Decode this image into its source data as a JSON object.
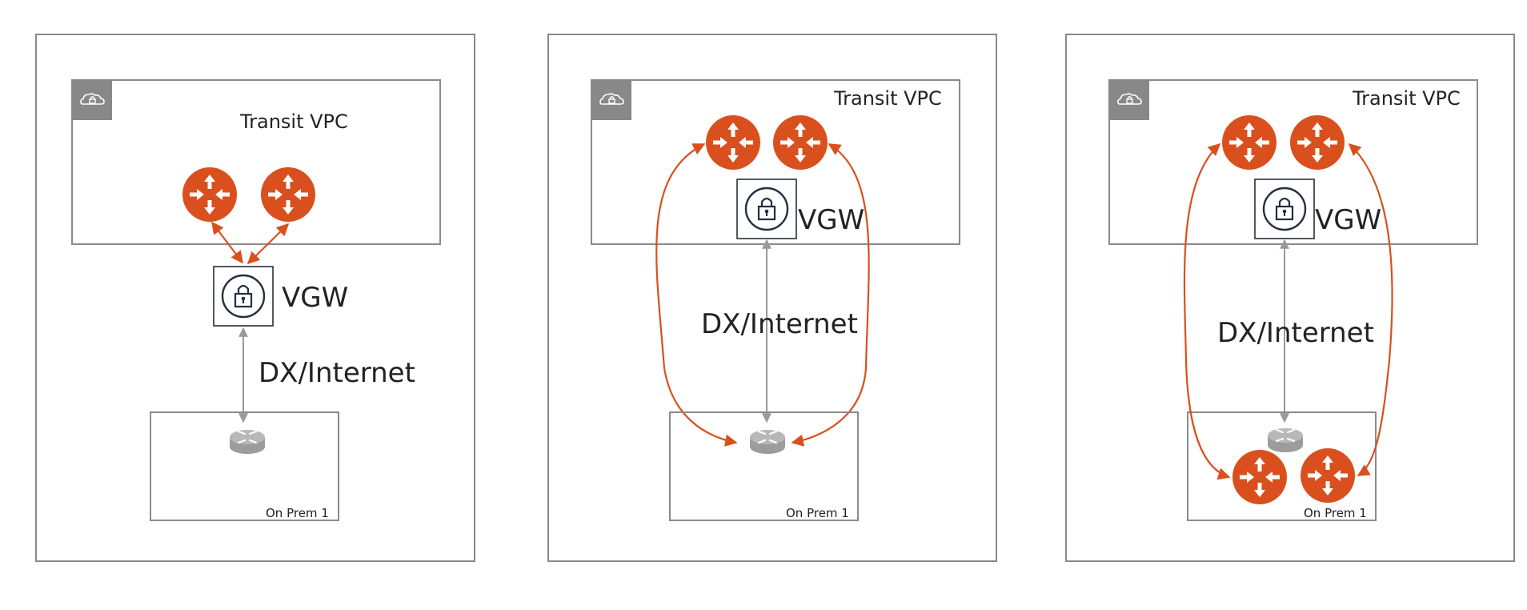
{
  "diagrams": [
    {
      "transit_label": "Transit VPC",
      "gateway_label": "VGW",
      "link_label": "DX/Internet",
      "onprem_label": "On Prem 1",
      "icons": [
        "cloud-lock-icon",
        "router-icon",
        "router-icon",
        "lock-icon",
        "onprem-router-icon"
      ]
    },
    {
      "transit_label": "Transit VPC",
      "gateway_label": "VGW",
      "link_label": "DX/Internet",
      "onprem_label": "On Prem 1",
      "icons": [
        "cloud-lock-icon",
        "router-icon",
        "router-icon",
        "lock-icon",
        "onprem-router-icon"
      ]
    },
    {
      "transit_label": "Transit VPC",
      "gateway_label": "VGW",
      "link_label": "DX/Internet",
      "onprem_label": "On Prem 1",
      "icons": [
        "cloud-lock-icon",
        "router-icon",
        "router-icon",
        "lock-icon",
        "onprem-router-icon",
        "router-icon",
        "router-icon"
      ]
    }
  ],
  "colors": {
    "router": "#D9501E",
    "arrow_orange": "#D9501E",
    "arrow_gray": "#999999",
    "border": "#8a8a8a",
    "icon_tab": "#888888",
    "lock_icon": "#232F3E"
  }
}
